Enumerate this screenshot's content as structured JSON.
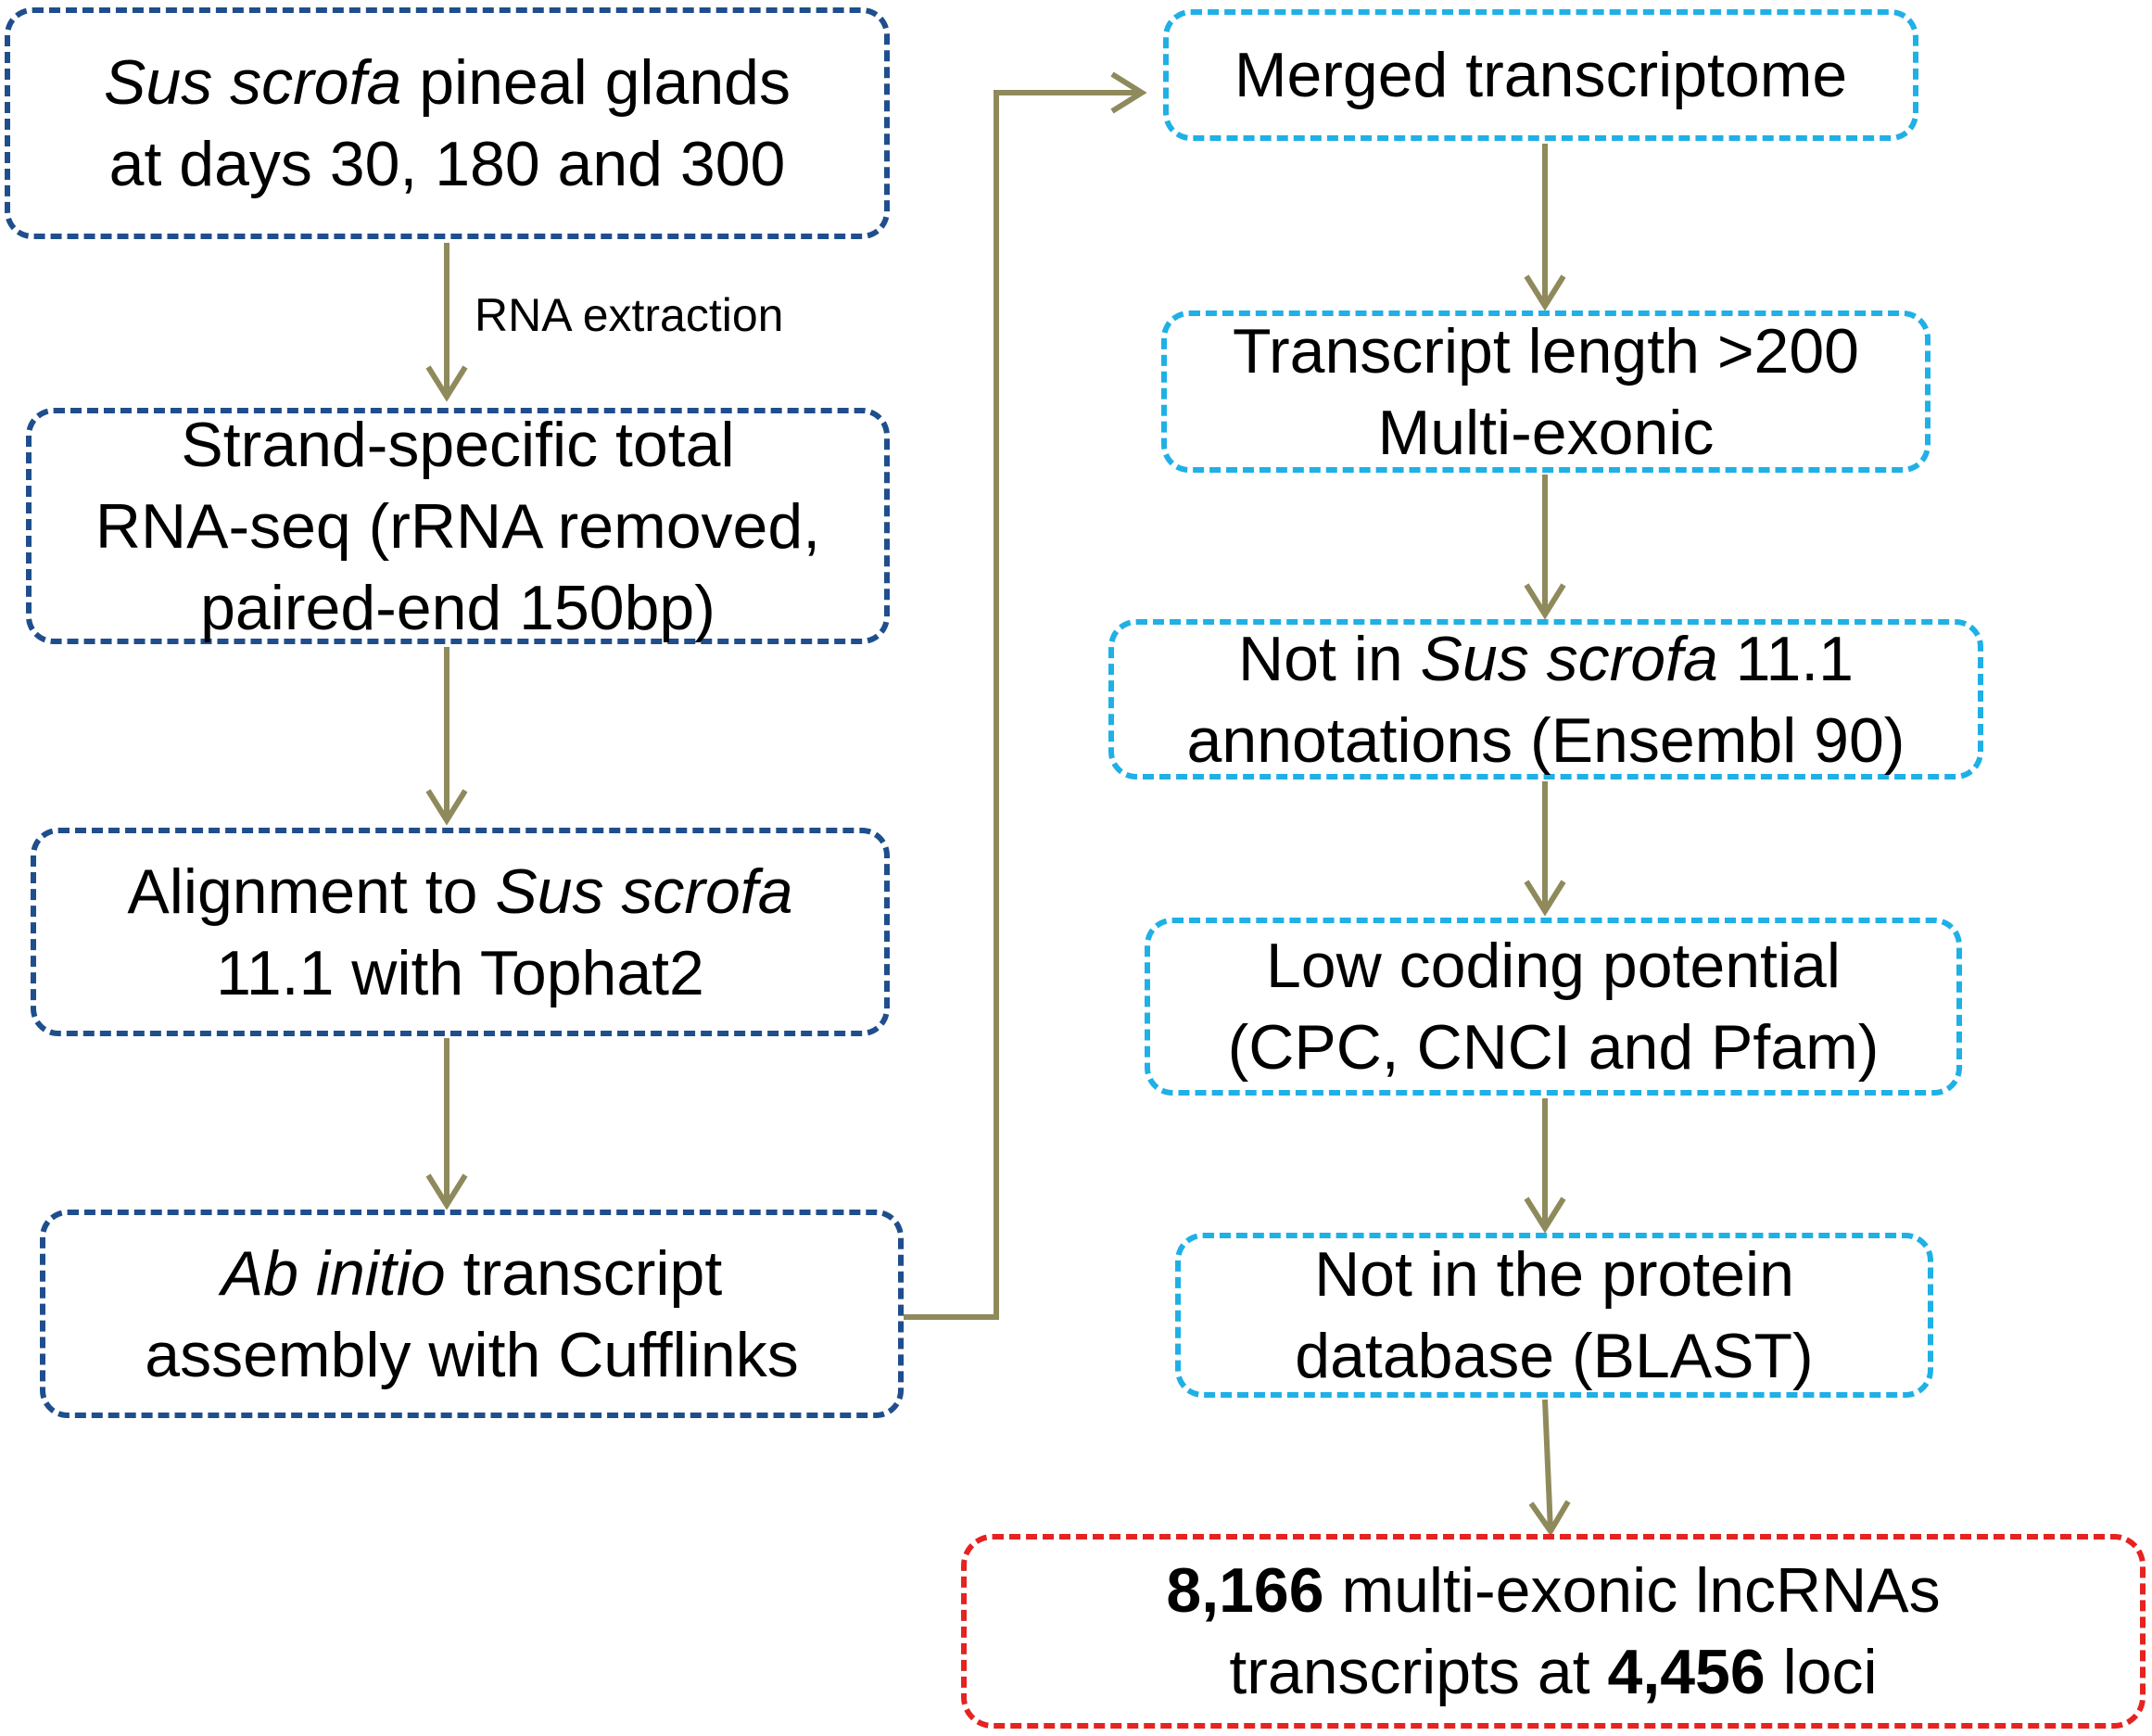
{
  "colors": {
    "left_box_border": "#1f4e8c",
    "right_box_border": "#1fb0e6",
    "final_box_border": "#e52321",
    "arrow": "#8f8a5c",
    "text": "#000000"
  },
  "left_column": {
    "step1": {
      "line1_italic": "Sus scrofa",
      "line1_rest": " pineal glands",
      "line2": "at days 30, 180 and 300"
    },
    "edge_label_rna": "RNA extraction",
    "step2": {
      "line1": "Strand-specific total",
      "line2": "RNA-seq (rRNA removed,",
      "line3": "paired-end 150bp)"
    },
    "step3": {
      "line1_start": "Alignment to ",
      "line1_italic": "Sus scrofa",
      "line2": "11.1 with Tophat2"
    },
    "step4": {
      "line1_italic": "Ab initio",
      "line1_rest": " transcript",
      "line2": "assembly with Cufflinks"
    }
  },
  "right_column": {
    "step5": {
      "line1": "Merged transcriptome"
    },
    "step6": {
      "line1": "Transcript length >200",
      "line2": "Multi-exonic"
    },
    "step7": {
      "line1_start": "Not in ",
      "line1_italic": "Sus scrofa",
      "line1_end": " 11.1",
      "line2": "annotations (Ensembl 90)"
    },
    "step8": {
      "line1": "Low coding potential",
      "line2": "(CPC, CNCI and Pfam)"
    },
    "step9": {
      "line1": "Not in the protein",
      "line2": "database (BLAST)"
    }
  },
  "result": {
    "count_transcripts": "8,166",
    "line1_rest": " multi-exonic lncRNAs",
    "line2_start": "transcripts at ",
    "count_loci": "4,456",
    "line2_end": " loci"
  }
}
